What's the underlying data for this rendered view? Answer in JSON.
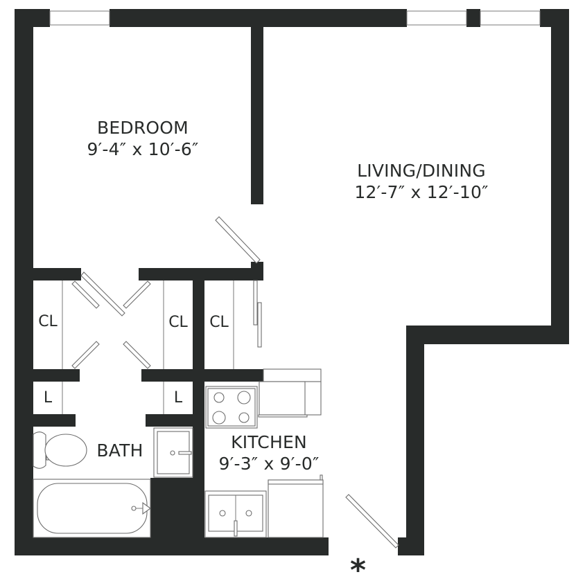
{
  "floor_plan": {
    "colors": {
      "wall": "#282b2a",
      "fixture_line": "#7a7a7a",
      "background": "#ffffff"
    },
    "rooms": [
      {
        "id": "bedroom",
        "name": "BEDROOM",
        "dimensions": "9′-4″ x 10′-6″"
      },
      {
        "id": "living_dining",
        "name": "LIVING/DINING",
        "dimensions": "12′-7″ x 12′-10″"
      },
      {
        "id": "kitchen",
        "name": "KITCHEN",
        "dimensions": "9′-3″ x 9′-0″"
      },
      {
        "id": "bath",
        "name": "BATH"
      }
    ],
    "closets": [
      {
        "id": "closet_left",
        "label": "CL"
      },
      {
        "id": "closet_center",
        "label": "CL"
      },
      {
        "id": "closet_right",
        "label": "CL"
      },
      {
        "id": "linen_left",
        "label": "L"
      },
      {
        "id": "linen_right",
        "label": "L"
      }
    ],
    "entry_marker": "*",
    "fixtures": [
      "stove-4-burner",
      "refrigerator",
      "double-sink",
      "dishwasher",
      "toilet",
      "bathroom-sink",
      "bathtub"
    ],
    "windows": 3
  }
}
